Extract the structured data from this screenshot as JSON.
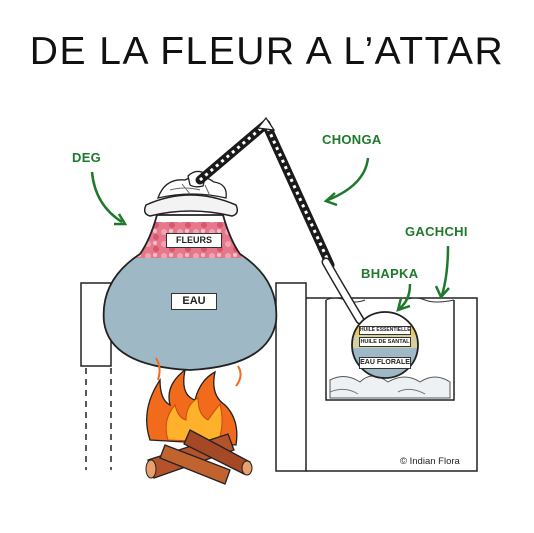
{
  "title": "DE LA FLEUR A L’ATTAR",
  "callouts": {
    "deg": "DEG",
    "chonga": "CHONGA",
    "gachchi": "GACHCHI",
    "bhapka": "BHAPKA"
  },
  "labels": {
    "fleurs": "FLEURS",
    "eau": "EAU",
    "huile_essentielle": "HUILE ESSENTIELLE",
    "huile_de_santal": "HUILE DE SANTAL",
    "eau_florale": "EAU FLORALE"
  },
  "credit": "© Indian Flora",
  "colors": {
    "callout": "#1e7a2a",
    "water": "#9fb8c6",
    "flowers": "#e6788c",
    "essential_oil": "#e7c75a",
    "santal_oil": "#d8cf9e",
    "fire_outer": "#f26a1b",
    "fire_inner": "#ffb12b",
    "logs": "#b3522b"
  }
}
